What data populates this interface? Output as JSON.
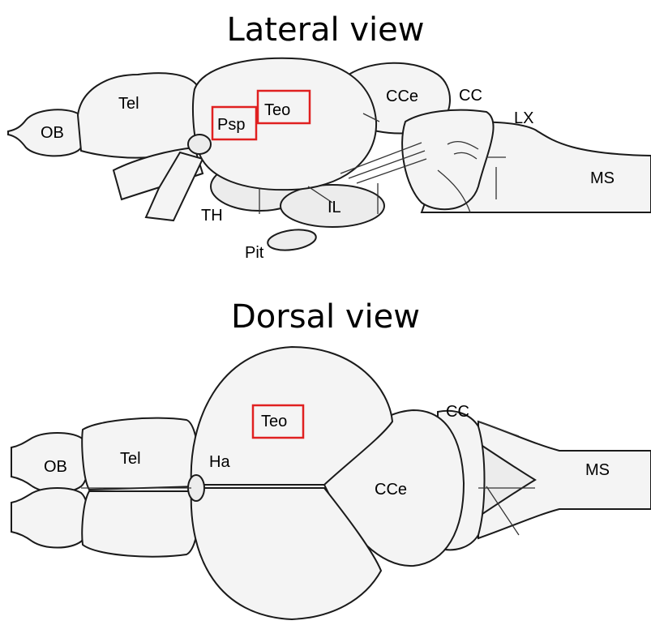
{
  "colors": {
    "highlight": "#e02020",
    "stroke": "#1a1a1a",
    "fill": "#f4f4f4"
  },
  "lateral": {
    "title": "Lateral view",
    "labels": {
      "ob": "OB",
      "tel": "Tel",
      "psp": "Psp",
      "teo": "Teo",
      "cce": "CCe",
      "cc": "CC",
      "lx": "LX",
      "ms": "MS",
      "th": "TH",
      "il": "IL",
      "pit": "Pit"
    }
  },
  "dorsal": {
    "title": "Dorsal view",
    "labels": {
      "ob": "OB",
      "tel": "Tel",
      "ha": "Ha",
      "teo": "Teo",
      "cce": "CCe",
      "cc": "CC",
      "ms": "MS"
    }
  }
}
